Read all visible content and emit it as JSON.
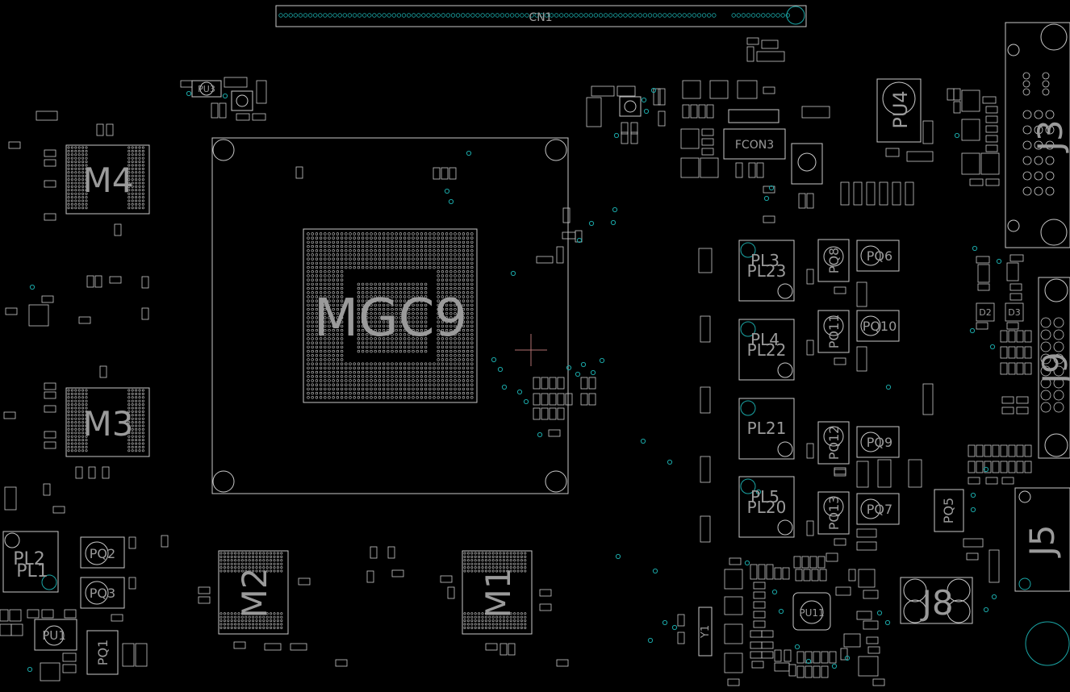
{
  "colors": {
    "background": "#000000",
    "outline": "#c8c8c8",
    "label": "#9a9a9a",
    "via": "#1aa6a6",
    "cursor": "#b07070"
  },
  "labels": {
    "cn1": "CN1",
    "mgc9": "MGC9",
    "m1": "M1",
    "m2": "M2",
    "m3": "M3",
    "m4": "M4",
    "j3": "J3",
    "j5": "J5",
    "j8": "J8",
    "j9": "J9",
    "pu4": "PU4",
    "pu11": "PU11",
    "pu1": "PU1",
    "pu3": "PU3",
    "pl2": "PL2",
    "pl1": "PL1",
    "pl3": "PL3",
    "pl23": "PL23",
    "pl4": "PL4",
    "pl22": "PL22",
    "pl21": "PL21",
    "pl5": "PL5",
    "pl20": "PL20",
    "pq2": "PQ2",
    "pq3": "PQ3",
    "pq1": "PQ1",
    "pq5": "PQ5",
    "pq6": "PQ6",
    "pq7": "PQ7",
    "pq8": "PQ8",
    "pq9": "PQ9",
    "pq10": "PQ10",
    "pq11": "PQ11",
    "pq12": "PQ12",
    "pq13": "PQ13",
    "fcon3": "FCON3",
    "y1": "Y1",
    "d2": "D2",
    "d3": "D3"
  }
}
